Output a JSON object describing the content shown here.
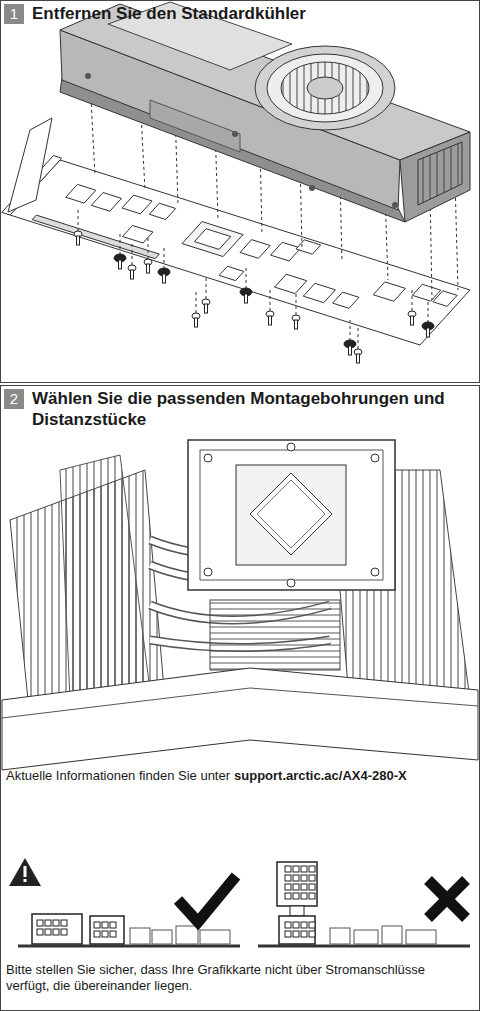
{
  "diagram": {
    "nodes": [
      {
        "text": [
          "1",
          "Entfernen Sie den Standardkühler"
        ]
      },
      {
        "text": [
          "2",
          "Wählen Sie die passenden Montagebohrungen und Distanzstücke"
        ]
      }
    ],
    "labels": [
      "Aktuelle Informationen finden Sie unter",
      "support.arctic.ac/AX4-280-X",
      "Bitte stellen Sie sicher, dass Ihre Grafikkarte nicht über Stromanschlüsse verfügt, die übereinander liegen."
    ]
  }
}
